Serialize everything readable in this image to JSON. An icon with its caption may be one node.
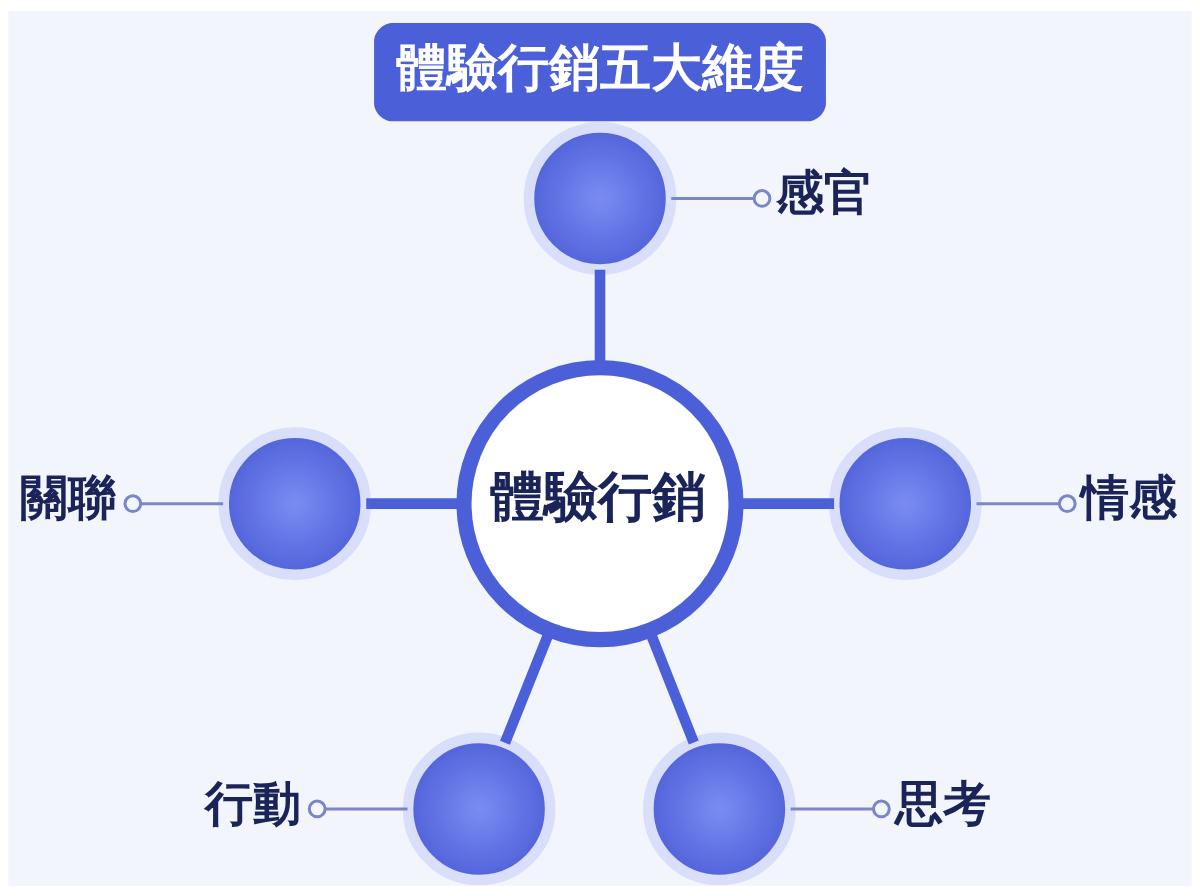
{
  "diagram": {
    "title": "體驗行銷五大維度",
    "nodes": [
      {
        "text": [],
        "shape": "circle"
      },
      {
        "text": [
          "感官"
        ]
      },
      {
        "text": [
          "關聯"
        ]
      },
      {
        "text": [],
        "shape": "circle"
      },
      {
        "text": [
          "體驗行銷"
        ]
      },
      {
        "text": [],
        "shape": "circle"
      },
      {
        "text": [
          "情感"
        ]
      },
      {
        "text": [
          "行動"
        ]
      },
      {
        "text": [],
        "shape": "circle"
      },
      {
        "text": [],
        "shape": "circle"
      },
      {
        "text": [
          "思考"
        ]
      }
    ],
    "edges": [
      {
        "from": 0,
        "to": 4,
        "arrow": "none",
        "style": "thick",
        "color": "#4a5fd8"
      },
      {
        "from": 3,
        "to": 4,
        "arrow": "none",
        "style": "thick",
        "color": "#4a5fd8"
      },
      {
        "from": 4,
        "to": 5,
        "arrow": "none",
        "style": "thick",
        "color": "#4a5fd8"
      },
      {
        "from": 4,
        "to": 8,
        "arrow": "none",
        "style": "thick",
        "color": "#4a5fd8"
      },
      {
        "from": 4,
        "to": 9,
        "arrow": "none",
        "style": "thick",
        "color": "#4a5fd8"
      },
      {
        "from": 0,
        "to": 1,
        "arrow": "other"
      },
      {
        "from": 2,
        "to": 3,
        "arrow": "other"
      },
      {
        "from": 5,
        "to": 6,
        "arrow": "other"
      },
      {
        "from": 7,
        "to": 8,
        "arrow": "other"
      },
      {
        "from": 9,
        "to": 10,
        "arrow": "other"
      }
    ]
  }
}
